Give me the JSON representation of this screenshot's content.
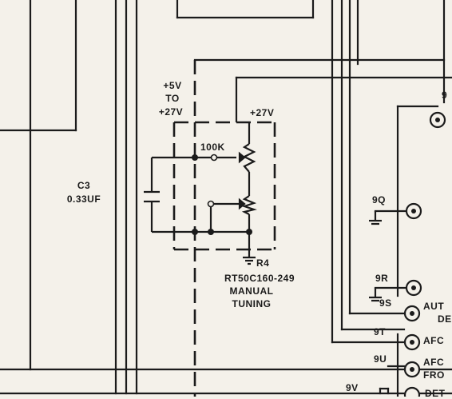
{
  "supply_label": {
    "line1": "+5V",
    "line2": "TO",
    "line3": "+27V"
  },
  "supply_27v": "+27V",
  "pot_value": "100K",
  "capacitor": {
    "ref": "C3",
    "value": "0.33UF"
  },
  "resistor": {
    "ref": "R4",
    "part_number": "RT50C160-249",
    "desc1": "MANUAL",
    "desc2": "TUNING"
  },
  "terminals": {
    "t9_top": "9",
    "t9q": "9Q",
    "t9r": "9R",
    "t9s": "9S",
    "t9t": "9T",
    "t9u": "9U",
    "t9v": "9V"
  },
  "right_labels": {
    "aut": "AUT",
    "de": "DE",
    "afc": "AFC",
    "afc2": "AFC",
    "fro": "FRO",
    "det": "DET"
  },
  "colors": {
    "ink": "#1b1b1b",
    "paper": "#f4f1ea"
  }
}
